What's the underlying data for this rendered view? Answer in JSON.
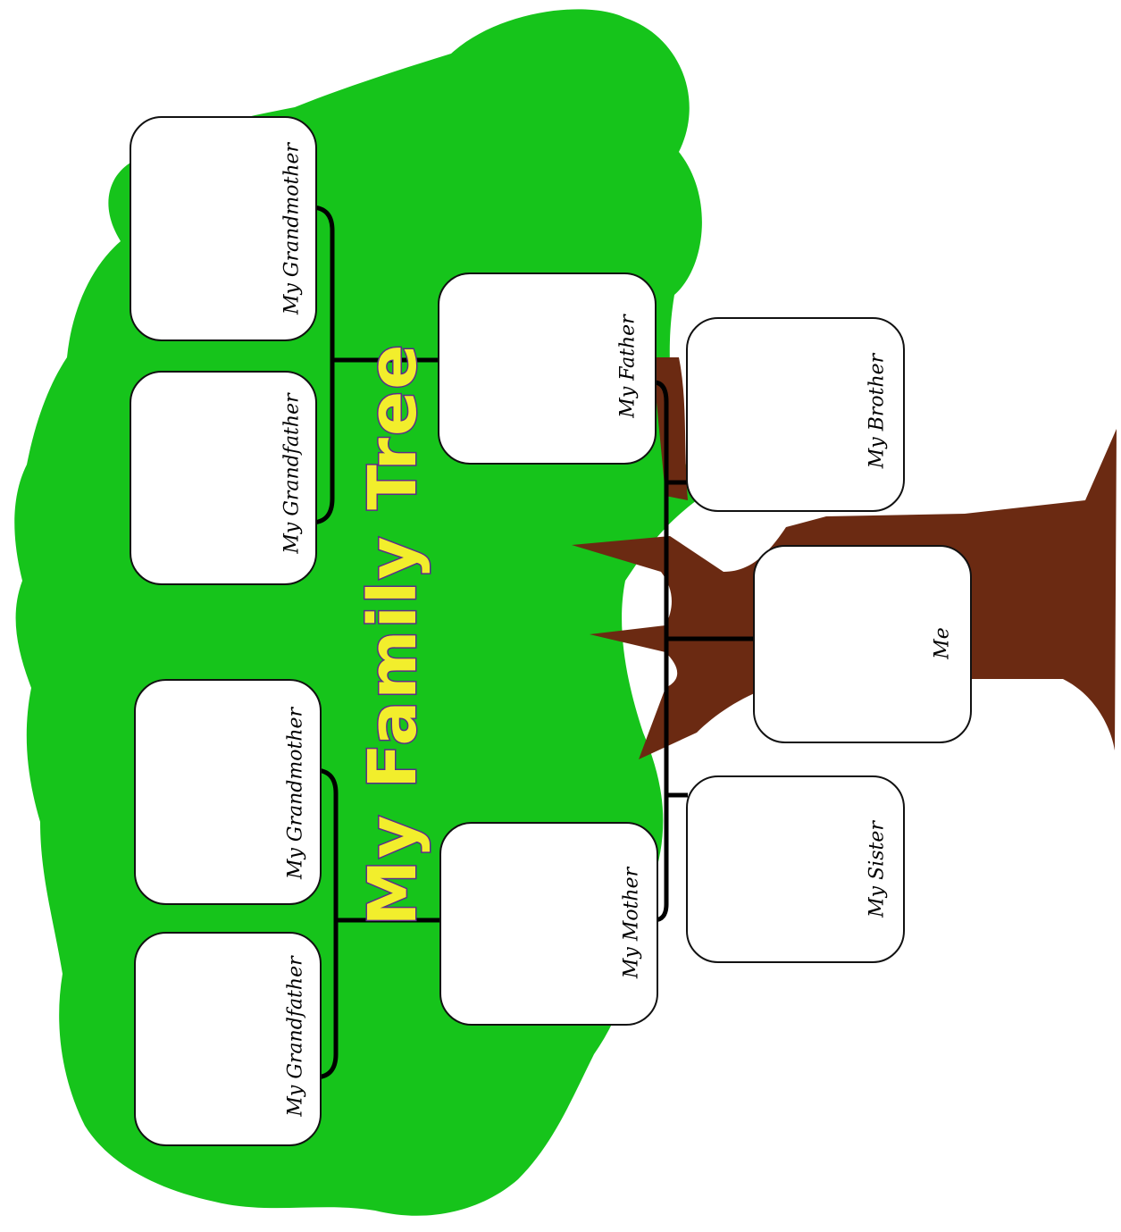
{
  "title": "My Family Tree",
  "colors": {
    "foliage": "#16c41b",
    "trunk": "#6b2a12",
    "title_fill": "#f2ee2c",
    "title_outline": "#5b2d8a",
    "connector": "#000000"
  },
  "members": {
    "paternal_grandmother": "My Grandmother",
    "paternal_grandfather": "My Grandfather",
    "maternal_grandmother": "My Grandmother",
    "maternal_grandfather": "My Grandfather",
    "father": "My Father",
    "mother": "My Mother",
    "brother": "My Brother",
    "me": "Me",
    "sister": "My Sister"
  }
}
